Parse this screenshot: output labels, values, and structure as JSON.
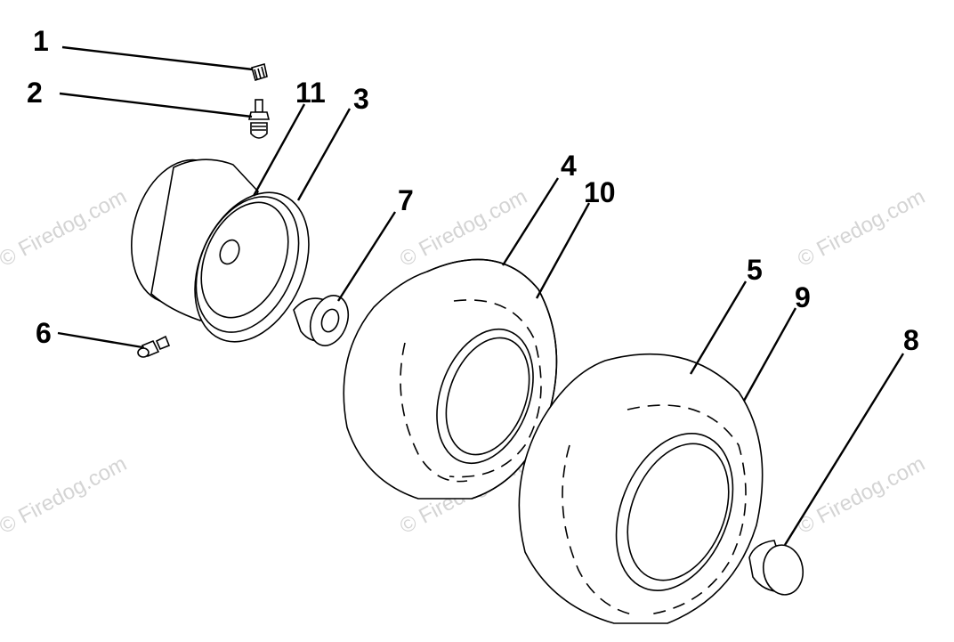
{
  "callouts": {
    "c1": "1",
    "c2": "2",
    "c3": "3",
    "c4": "4",
    "c5": "5",
    "c6": "6",
    "c7": "7",
    "c8": "8",
    "c9": "9",
    "c10": "10",
    "c11": "11"
  },
  "watermark": "© Firedog.com",
  "colors": {
    "ink": "#000000",
    "watermark": "#d4d4d4",
    "background": "#ffffff"
  }
}
